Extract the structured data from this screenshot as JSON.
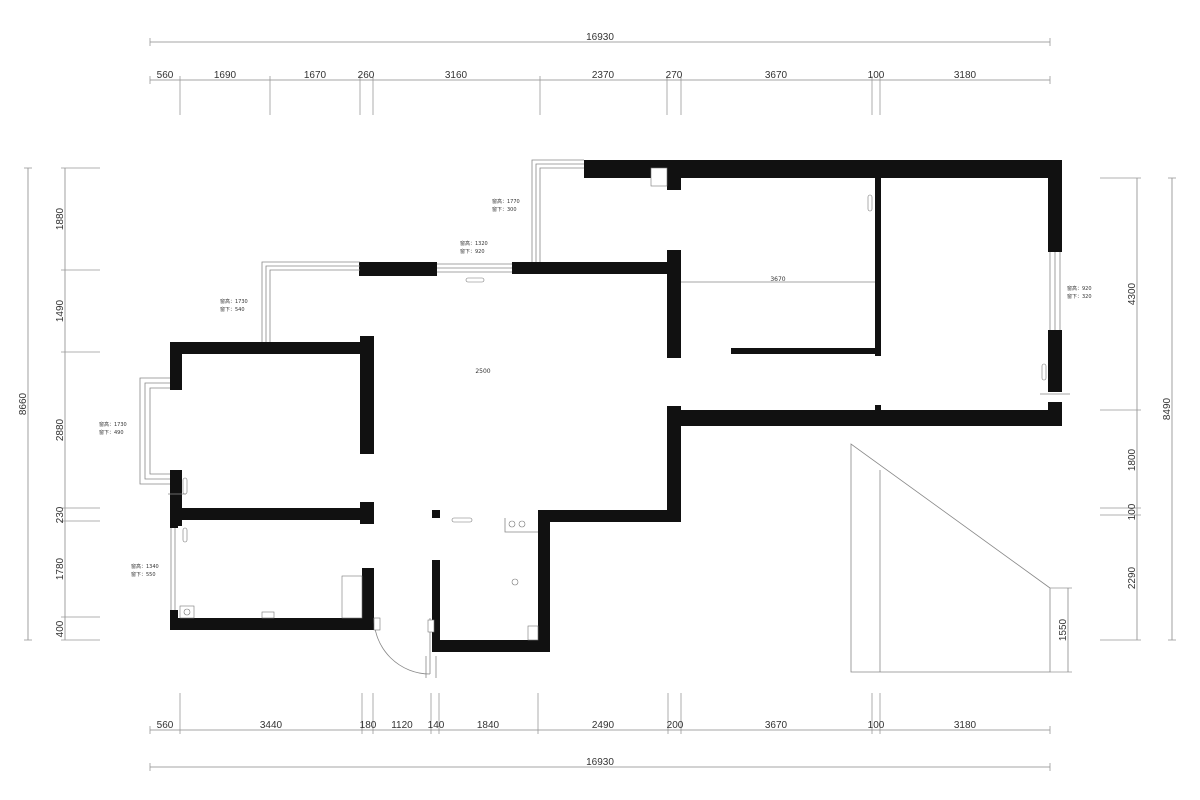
{
  "colors": {
    "wall": "#111111",
    "line": "#888888",
    "text": "#333333",
    "background": "#ffffff"
  },
  "dimensions": {
    "top_total": "16930",
    "top_segments": [
      "560",
      "1690",
      "1670",
      "260",
      "3160",
      "2370",
      "270",
      "3670",
      "100",
      "3180"
    ],
    "bottom_total": "16930",
    "bottom_segments": [
      "560",
      "3440",
      "180",
      "1120",
      "140",
      "1840",
      "2490",
      "200",
      "3670",
      "100",
      "3180"
    ],
    "left_total": "8660",
    "left_segments": [
      "1880",
      "1490",
      "2880",
      "230",
      "1780",
      "400"
    ],
    "right_total": "8490",
    "right_segments": [
      "4300",
      "1800",
      "100",
      "2290"
    ],
    "interior": [
      "3670",
      "2500"
    ],
    "triangle_side": "1550"
  },
  "window_notes": [
    {
      "height": "窗高：1770",
      "sill": "窗下：300"
    },
    {
      "height": "窗高：1320",
      "sill": "窗下：920"
    },
    {
      "height": "窗高：1730",
      "sill": "窗下：540"
    },
    {
      "height": "窗高：920",
      "sill": "窗下：320"
    },
    {
      "height": "窗高：1730",
      "sill": "窗下：490"
    },
    {
      "height": "窗高：1340",
      "sill": "窗下：550"
    }
  ]
}
